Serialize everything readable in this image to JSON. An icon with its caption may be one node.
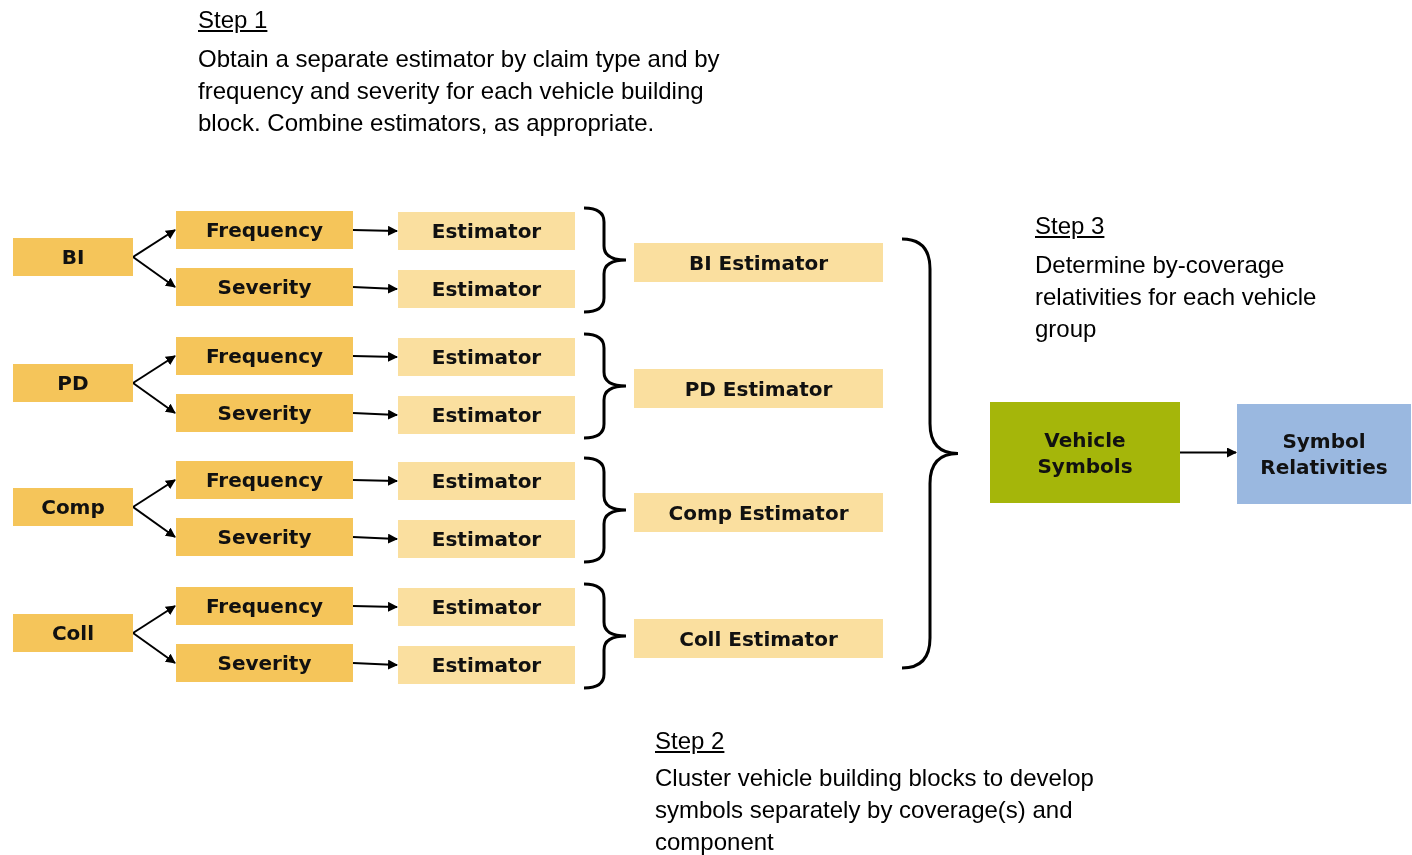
{
  "diagram": {
    "nodes": [
      {
        "text": [
          "BI"
        ]
      },
      {
        "text": [
          "Frequency"
        ]
      },
      {
        "text": [
          "Severity"
        ]
      },
      {
        "text": [
          "Estimator"
        ]
      },
      {
        "text": [
          "Estimator"
        ]
      },
      {
        "text": [
          "BI Estimator"
        ]
      },
      {
        "text": [
          "PD"
        ]
      },
      {
        "text": [
          "Frequency"
        ]
      },
      {
        "text": [
          "Severity"
        ]
      },
      {
        "text": [
          "Estimator"
        ]
      },
      {
        "text": [
          "Estimator"
        ]
      },
      {
        "text": [
          "PD Estimator"
        ]
      },
      {
        "text": [
          "Comp"
        ]
      },
      {
        "text": [
          "Frequency"
        ]
      },
      {
        "text": [
          "Severity"
        ]
      },
      {
        "text": [
          "Estimator"
        ]
      },
      {
        "text": [
          "Estimator"
        ]
      },
      {
        "text": [
          "Comp Estimator"
        ]
      },
      {
        "text": [
          "Coll"
        ]
      },
      {
        "text": [
          "Frequency"
        ]
      },
      {
        "text": [
          "Severity"
        ]
      },
      {
        "text": [
          "Estimator"
        ]
      },
      {
        "text": [
          "Estimator"
        ]
      },
      {
        "text": [
          "Coll Estimator"
        ]
      },
      {
        "text": [
          "Vehicle Symbols"
        ]
      },
      {
        "text": [
          "Symbol Relativities"
        ]
      }
    ],
    "edges": [
      {
        "from": 0,
        "to": 1,
        "arrow": "to"
      },
      {
        "from": 0,
        "to": 2,
        "arrow": "to"
      },
      {
        "from": 1,
        "to": 3,
        "arrow": "to"
      },
      {
        "from": 2,
        "to": 4,
        "arrow": "to"
      },
      {
        "from": 6,
        "to": 7,
        "arrow": "to"
      },
      {
        "from": 6,
        "to": 8,
        "arrow": "to"
      },
      {
        "from": 7,
        "to": 9,
        "arrow": "to"
      },
      {
        "from": 8,
        "to": 10,
        "arrow": "to"
      },
      {
        "from": 12,
        "to": 13,
        "arrow": "to"
      },
      {
        "from": 12,
        "to": 14,
        "arrow": "to"
      },
      {
        "from": 13,
        "to": 15,
        "arrow": "to"
      },
      {
        "from": 14,
        "to": 16,
        "arrow": "to"
      },
      {
        "from": 18,
        "to": 19,
        "arrow": "to"
      },
      {
        "from": 18,
        "to": 20,
        "arrow": "to"
      },
      {
        "from": 19,
        "to": 21,
        "arrow": "to"
      },
      {
        "from": 20,
        "to": 22,
        "arrow": "to"
      },
      {
        "from": 24,
        "to": 25,
        "arrow": "to"
      }
    ],
    "labels": [
      "Step 1",
      "Obtain a separate estimator by claim type and by frequency and severity for each vehicle building block.  Combine estimators, as appropriate.",
      "Step 3",
      "Determine by-coverage relativities for each vehicle group",
      "Step 2",
      "Cluster vehicle building blocks to develop symbols separately by coverage(s) and component"
    ]
  }
}
